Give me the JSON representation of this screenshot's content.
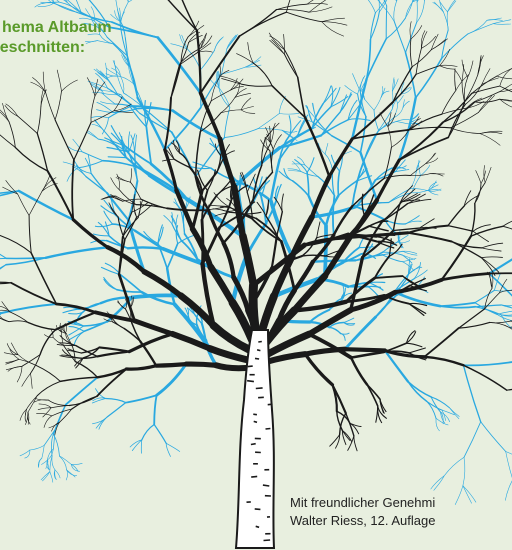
{
  "caption": {
    "line1": "hema Altbaum",
    "line2": "geschnitten:"
  },
  "credit": {
    "line1": "Mit freundlicher Genehmi",
    "line2": "Walter Riess, 12. Auflage"
  },
  "colors": {
    "background": "#e8efdf",
    "title": "#5a9a2a",
    "branches_kept": "#1a1a1a",
    "branches_cut": "#29a8e0",
    "trunk_fill": "#ffffff"
  },
  "legend_meaning": {
    "black": "remaining branches",
    "blue": "branches to be cut"
  }
}
